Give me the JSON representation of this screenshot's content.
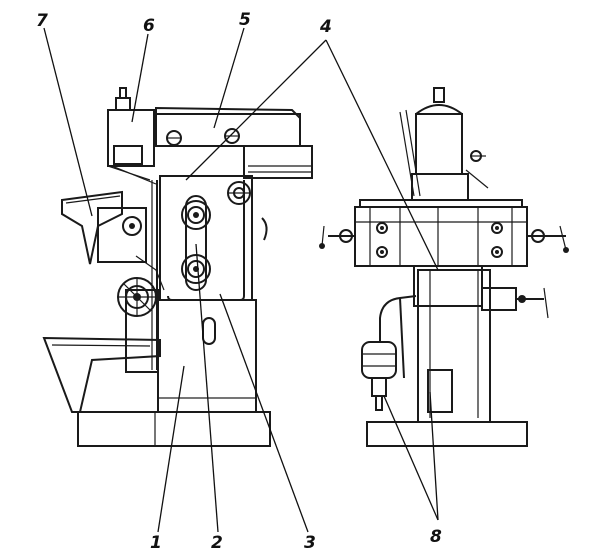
{
  "diagram": {
    "callouts": [
      {
        "id": "1",
        "label": "1"
      },
      {
        "id": "2",
        "label": "2"
      },
      {
        "id": "3",
        "label": "3"
      },
      {
        "id": "4",
        "label": "4"
      },
      {
        "id": "5",
        "label": "5"
      },
      {
        "id": "6",
        "label": "6"
      },
      {
        "id": "7",
        "label": "7"
      },
      {
        "id": "8",
        "label": "8"
      }
    ],
    "colors": {
      "ink": "#1a1a1a",
      "background": "#ffffff"
    }
  }
}
